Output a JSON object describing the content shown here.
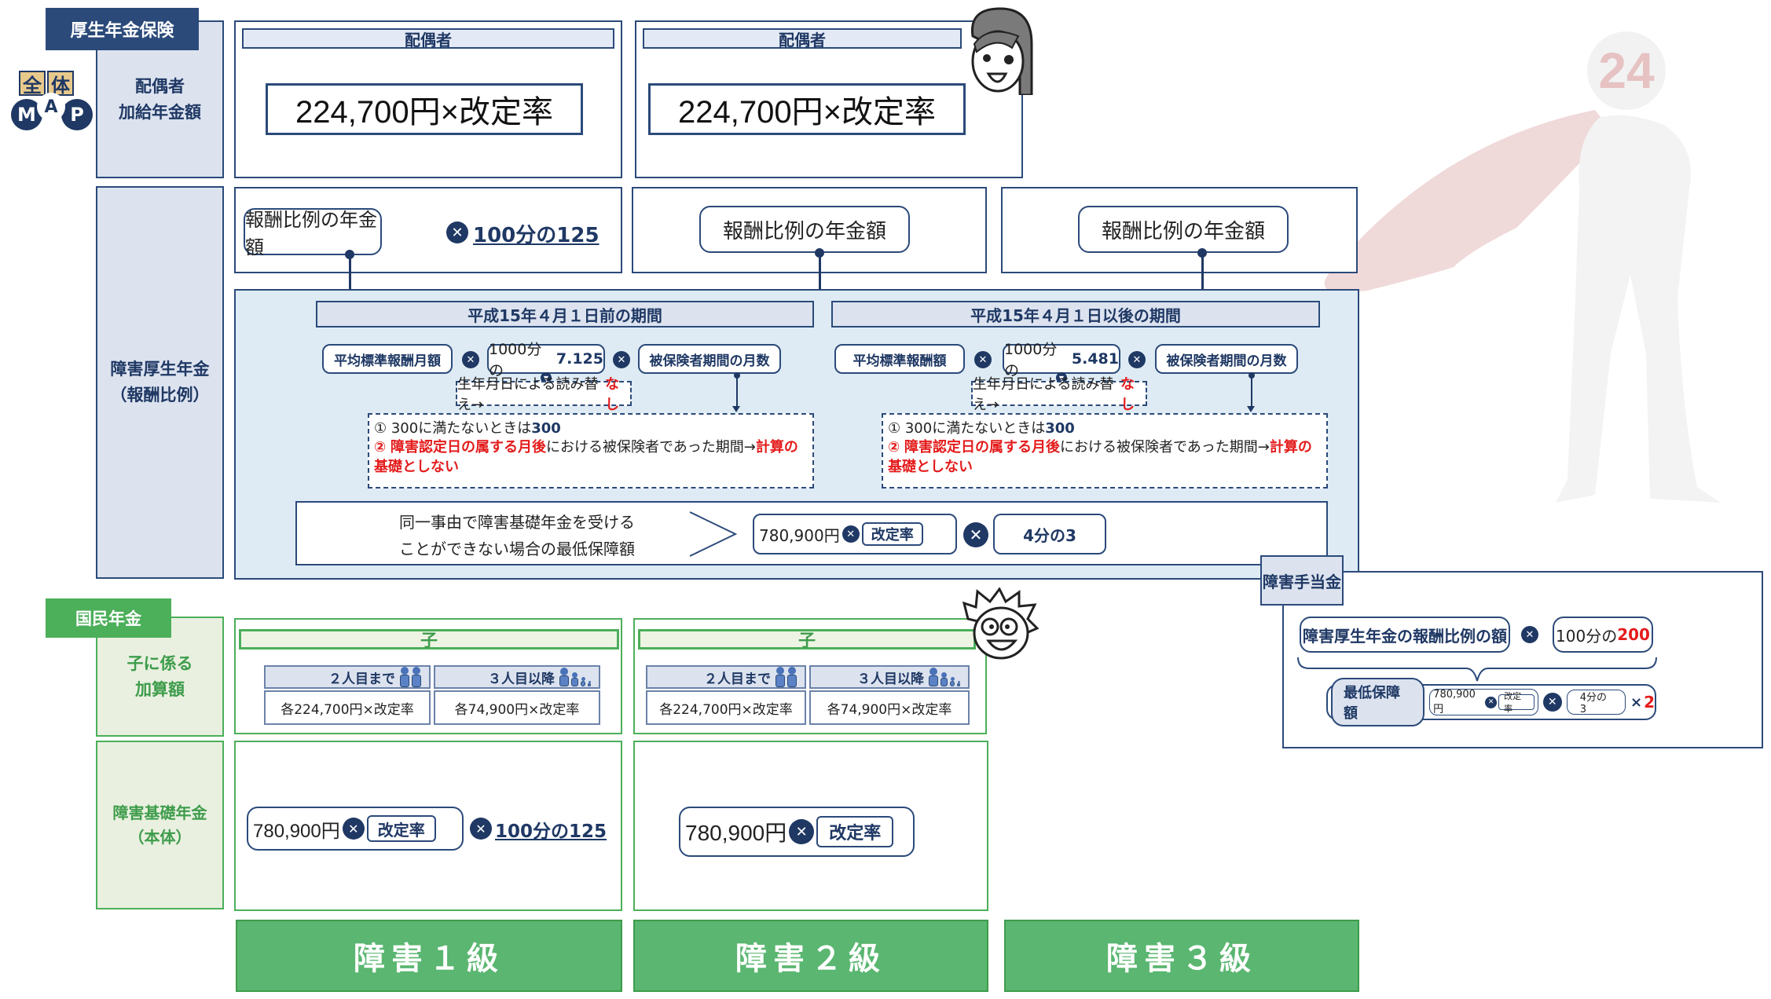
{
  "tabs": {
    "kosei": "厚生年金保険",
    "kokumin": "国民年金"
  },
  "map_badge": {
    "top": [
      "全",
      "体"
    ],
    "bottom": [
      "M",
      "A",
      "P"
    ]
  },
  "row_headers": {
    "spouse": [
      "配偶者",
      "加給年金額"
    ],
    "kosei_disability": [
      "障害厚生年金",
      "（報酬比例）"
    ],
    "child": [
      "子に係る",
      "加算額"
    ],
    "kiso": [
      "障害基礎年金",
      "（本体）"
    ]
  },
  "spouse": {
    "header": "配偶者",
    "amount": "224,700円×改定率"
  },
  "remuneration": {
    "label": "報酬比例の年金額",
    "grade1_multiplier": "100分の125"
  },
  "periods": [
    {
      "title": "平成15年４月１日前の期間",
      "base": "平均標準報酬月額",
      "rate_prefix": "1000分の",
      "rate_value": "7.125",
      "months": "被保険者期間の月数",
      "birth_note": "生年月日による読み替え→",
      "birth_note_value": "なし",
      "rule1_prefix": "① 300に満たないときは",
      "rule1_value": "300",
      "rule2_marker": "②",
      "rule2_red": "障害認定日の属する月後",
      "rule2_plain": "における被保険者であった期間→",
      "rule2_tail_red": "計算の基礎としない"
    },
    {
      "title": "平成15年４月１日以後の期間",
      "base": "平均標準報酬額",
      "rate_prefix": "1000分の",
      "rate_value": "5.481",
      "months": "被保険者期間の月数",
      "birth_note": "生年月日による読み替え→",
      "birth_note_value": "なし",
      "rule1_prefix": "① 300に満たないときは",
      "rule1_value": "300",
      "rule2_marker": "②",
      "rule2_red": "障害認定日の属する月後",
      "rule2_plain": "における被保険者であった期間→",
      "rule2_tail_red": "計算の基礎としない"
    }
  ],
  "minimum": {
    "line1": "同一事由で障害基礎年金を受ける",
    "line2": "ことができない場合の最低保障額",
    "base": "780,900円",
    "rate": "改定率",
    "factor": "4分の3"
  },
  "allowance": {
    "tab": "障害手当金",
    "item": "障害厚生年金の報酬比例の額",
    "multiplier_prefix": "100分の",
    "multiplier_value": "200",
    "min_label": "最低保障額",
    "min_base": "780,900円",
    "min_rate": "改定率",
    "min_factor": "4分の3",
    "times": "×",
    "times_value": "2"
  },
  "child": {
    "header": "子",
    "col1_header": "２人目まで",
    "col2_header": "３人目以降",
    "col1_value": "各224,700円×改定率",
    "col2_value": "各74,900円×改定率"
  },
  "kiso": {
    "base": "780,900円",
    "rate": "改定率",
    "grade1_multiplier": "100分の125"
  },
  "grades": [
    "障害１級",
    "障害２級",
    "障害３級"
  ],
  "mascot_number": "24",
  "colors": {
    "navy": "#1f3864",
    "kosei_tab": "#2b4a7a",
    "kokumin_green": "#4caf5a",
    "grade_green": "#5ab670",
    "accent_red": "#e41c1c",
    "light_blue_panel": "#deebf4"
  }
}
